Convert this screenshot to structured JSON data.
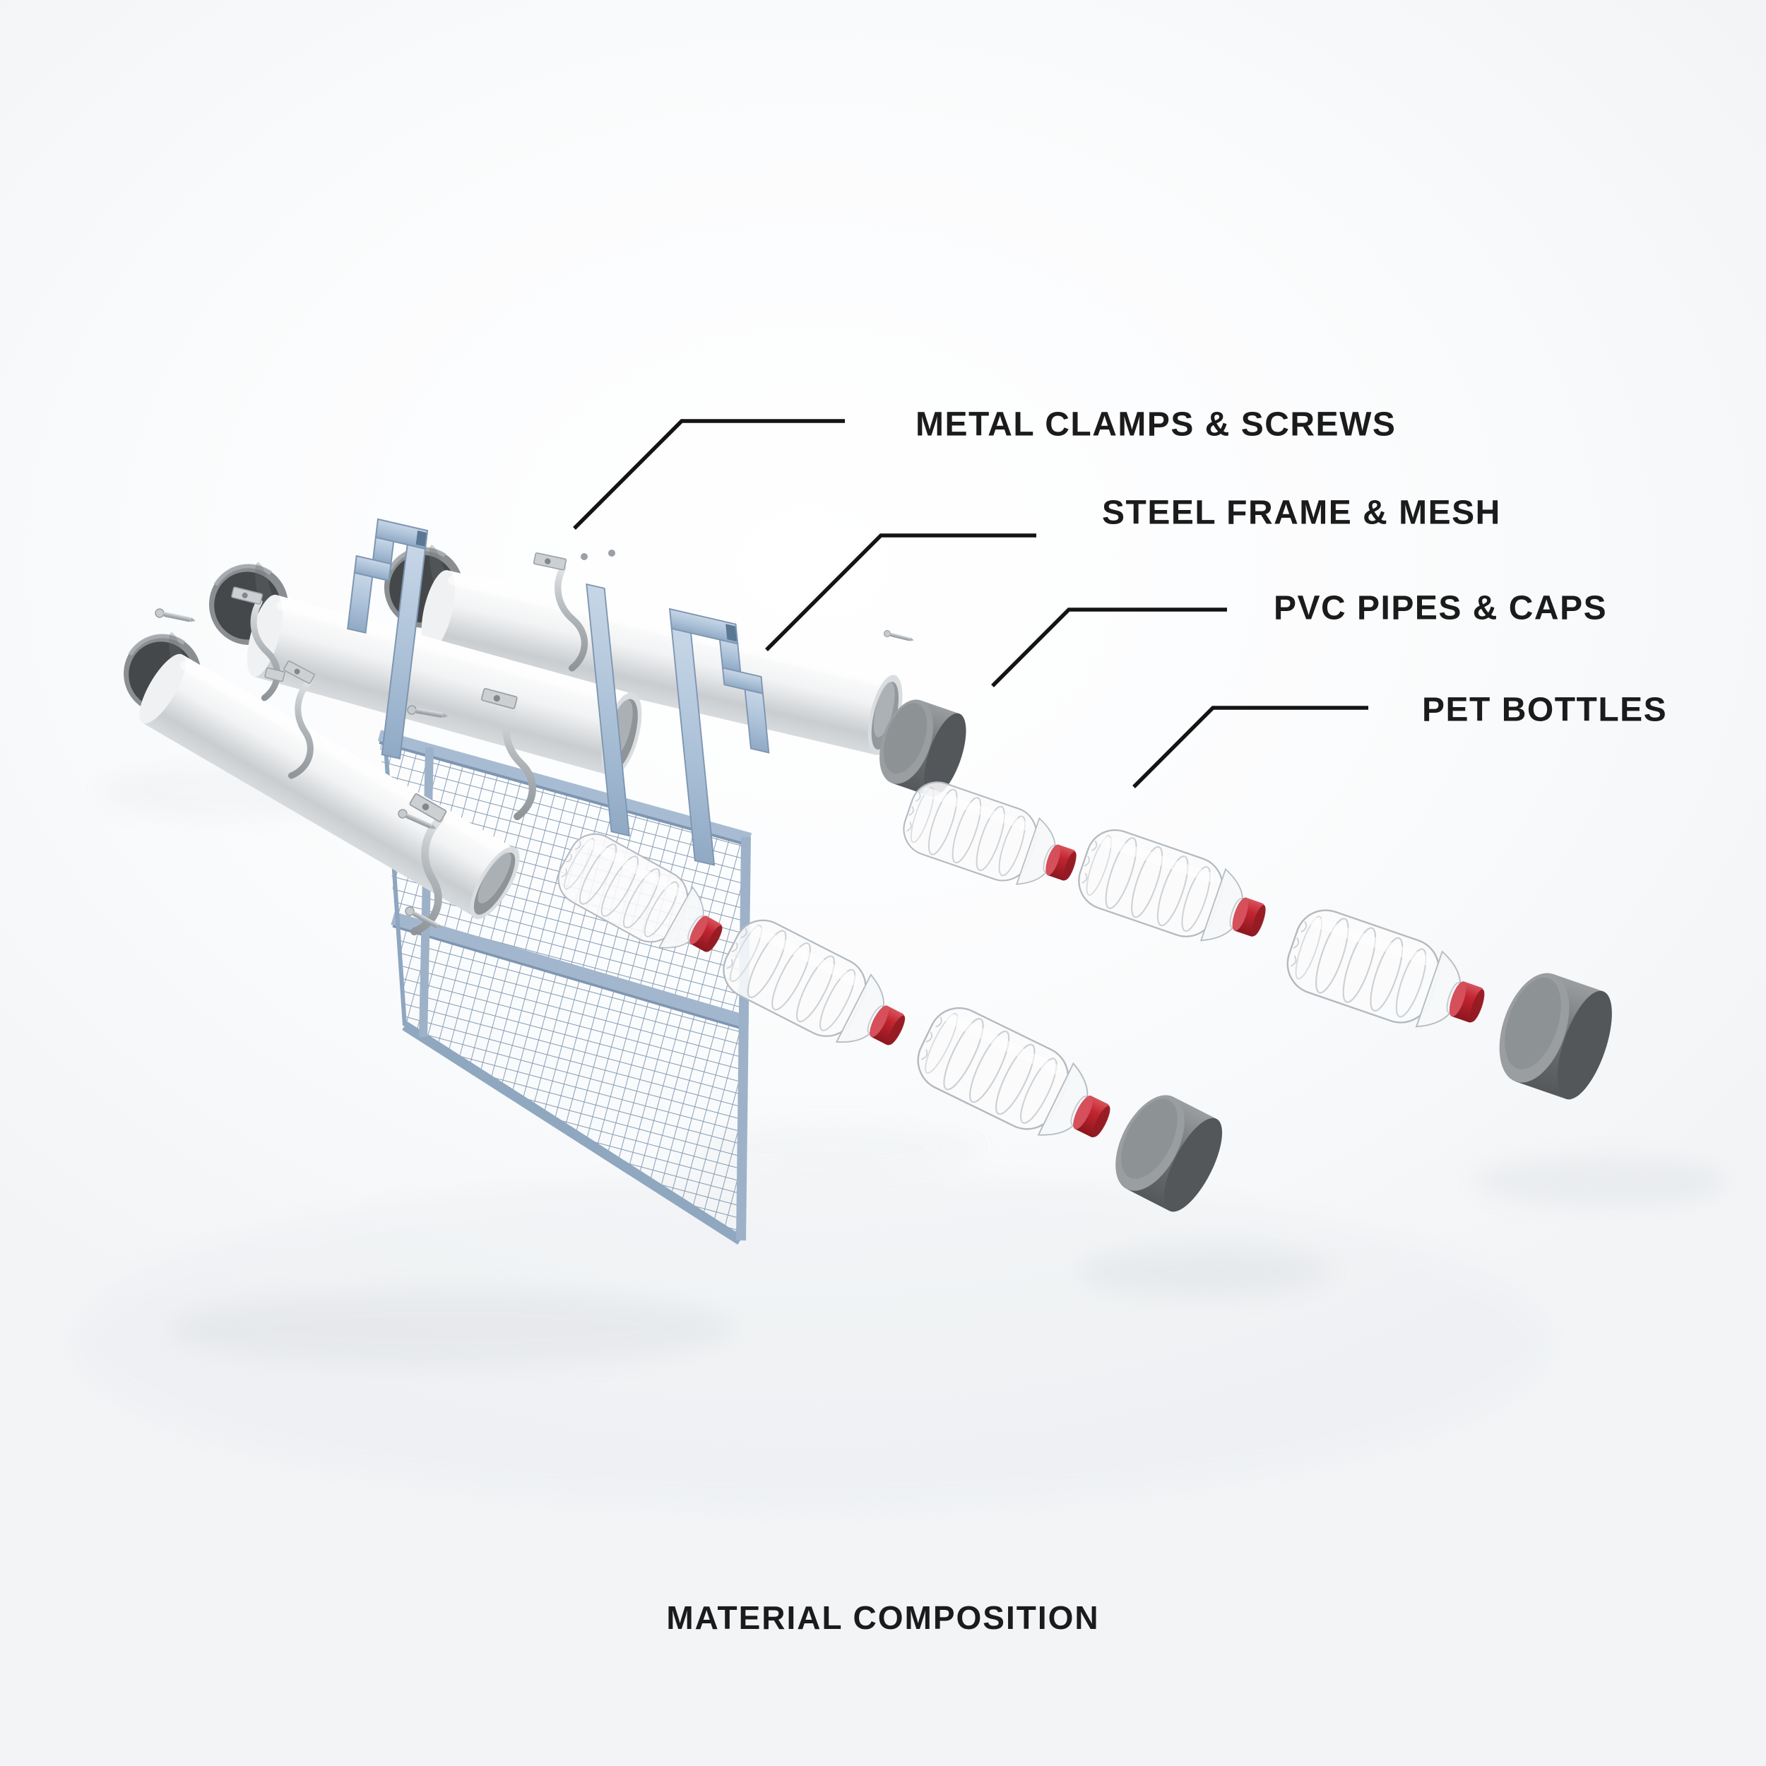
{
  "diagram": {
    "title": "MATERIAL COMPOSITION",
    "callouts": [
      {
        "id": "metal-clamps-screws",
        "label": "METAL CLAMPS & SCREWS"
      },
      {
        "id": "steel-frame-mesh",
        "label": "STEEL FRAME & MESH"
      },
      {
        "id": "pvc-pipes-caps",
        "label": "PVC PIPES & CAPS"
      },
      {
        "id": "pet-bottles",
        "label": "PET BOTTLES"
      }
    ],
    "colors": {
      "background": "#f6f7f9",
      "text": "#1b1b1b",
      "leader_line": "#141414",
      "steel_frame_blue": "#aec3da",
      "mesh_wire_blue": "#7e96ae",
      "pvc_pipe_white": "#eef0f1",
      "pipe_cap_gray": "#63676a",
      "bottle_cap_red": "#c22530",
      "metal_silver": "#aeb3b7"
    },
    "parts_shown": [
      "steel hanging hooks",
      "wire mesh panel",
      "white PVC pipes",
      "gray pipe end caps",
      "metal pipe clamps",
      "screws",
      "transparent PET bottles with red caps"
    ]
  }
}
